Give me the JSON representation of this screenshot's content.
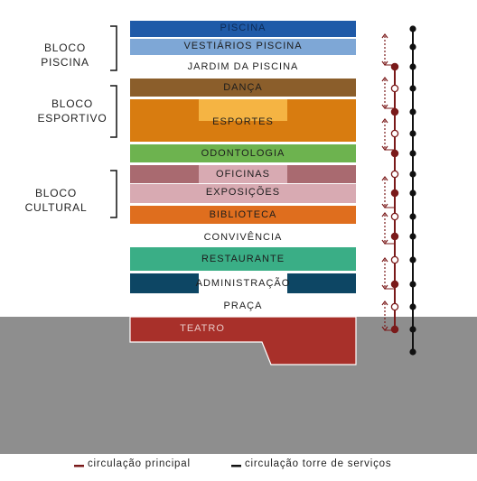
{
  "colors": {
    "ground": "#8e8e8e",
    "main_circulation": "#7a1a1a",
    "service_circulation": "#111111",
    "piscina": "#1f5aa8",
    "vestiarios": "#7ea7d6",
    "danca": "#8b5e2b",
    "esportes_outer": "#d87c10",
    "esportes_inner": "#f5b443",
    "odontologia": "#6db34f",
    "oficinas_outer": "#a96a70",
    "oficinas_inner": "#d8aab2",
    "exposicoes": "#d8aab2",
    "biblioteca": "#df6e1e",
    "restaurante": "#3aae86",
    "administracao_outer": "#0d4664",
    "administracao_inner": "#ffffff",
    "teatro": "#a8302a"
  },
  "groups": {
    "piscina": "BLOCO PISCINA",
    "esportivo_line1": "BLOCO",
    "esportivo_line2": "ESPORTIVO",
    "cultural": "BLOCO CULTURAL"
  },
  "floors": {
    "piscina": "PISCINA",
    "vestiarios": "VESTIÁRIOS PISCINA",
    "jardim": "JARDIM DA PISCINA",
    "danca": "DANÇA",
    "esportes": "ESPORTES",
    "odontologia": "ODONTOLOGIA",
    "oficinas": "OFICINAS",
    "exposicoes": "EXPOSIÇÕES",
    "biblioteca": "BIBLIOTECA",
    "convivencia": "CONVIVÊNCIA",
    "restaurante": "RESTAURANTE",
    "administracao": "ADMINISTRAÇÃO",
    "praca": "PRAÇA",
    "teatro": "TEATRO"
  },
  "legend": {
    "main": "circulação principal",
    "service": "circulação torre de serviços"
  },
  "icons": [
    "bracket-icon",
    "stop-dot-icon",
    "dashed-arrow-icon"
  ]
}
